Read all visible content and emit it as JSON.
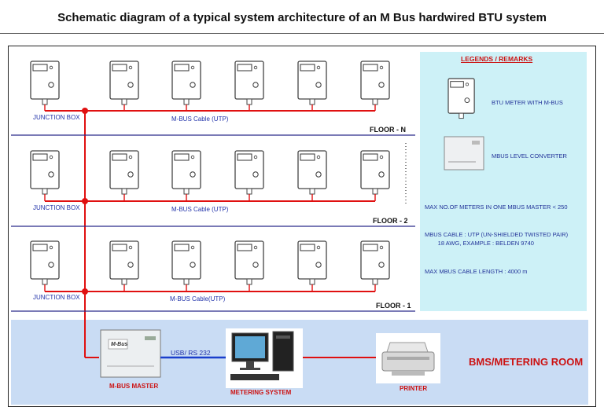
{
  "title": "Schematic diagram of a typical system architecture of an M Bus hardwired BTU system",
  "floors": [
    {
      "name": "FLOOR - N",
      "junction": "JUNCTION BOX",
      "cable": "M-BUS Cable (UTP)"
    },
    {
      "name": "FLOOR - 2",
      "junction": "JUNCTION BOX",
      "cable": "M-BUS Cable (UTP)"
    },
    {
      "name": "FLOOR - 1",
      "junction": "JUNCTION BOX",
      "cable": "M-BUS Cable(UTP)"
    }
  ],
  "meters_per_floor": 6,
  "legend": {
    "title": "LEGENDS / REMARKS",
    "btu_meter": "BTU METER WITH M-BUS",
    "converter": "MBUS LEVEL CONVERTER",
    "max_meters": "MAX NO.OF METERS IN ONE MBUS MASTER < 250",
    "cable": "MBUS CABLE : UTP (UN-SHIELDED TWISTED PAIR)\n        18 AWG, EXAMPLE : BELDEN 9740",
    "max_length": "MAX MBUS CABLE LENGTH : 4000 m"
  },
  "room": {
    "name": "BMS/METERING ROOM",
    "master": "M-BUS MASTER",
    "device_label": "M-Bus",
    "usb": "USB/ RS 232",
    "system": "METERING SYSTEM",
    "printer": "PRINTER"
  },
  "colors": {
    "bus_line": "#e01010",
    "floor_line": "#2a2a8a",
    "usb_line": "#1a3fcc",
    "legend_bg": "#cdf1f7",
    "room_bg": "#c9dcf4"
  }
}
